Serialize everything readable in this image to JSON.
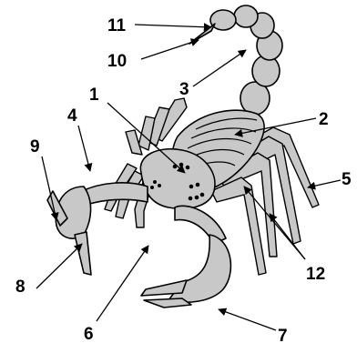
{
  "diagram": {
    "subject_icon": "scorpion-illustration",
    "fill_color": "#c8c8c8",
    "stroke_color": "#000000",
    "labels": [
      {
        "id": "label-1",
        "text": "1"
      },
      {
        "id": "label-2",
        "text": "2"
      },
      {
        "id": "label-3",
        "text": "3"
      },
      {
        "id": "label-4",
        "text": "4"
      },
      {
        "id": "label-5",
        "text": "5"
      },
      {
        "id": "label-6",
        "text": "6"
      },
      {
        "id": "label-7",
        "text": "7"
      },
      {
        "id": "label-8",
        "text": "8"
      },
      {
        "id": "label-9",
        "text": "9"
      },
      {
        "id": "label-10",
        "text": "10"
      },
      {
        "id": "label-11",
        "text": "11"
      },
      {
        "id": "label-12",
        "text": "12"
      }
    ]
  }
}
